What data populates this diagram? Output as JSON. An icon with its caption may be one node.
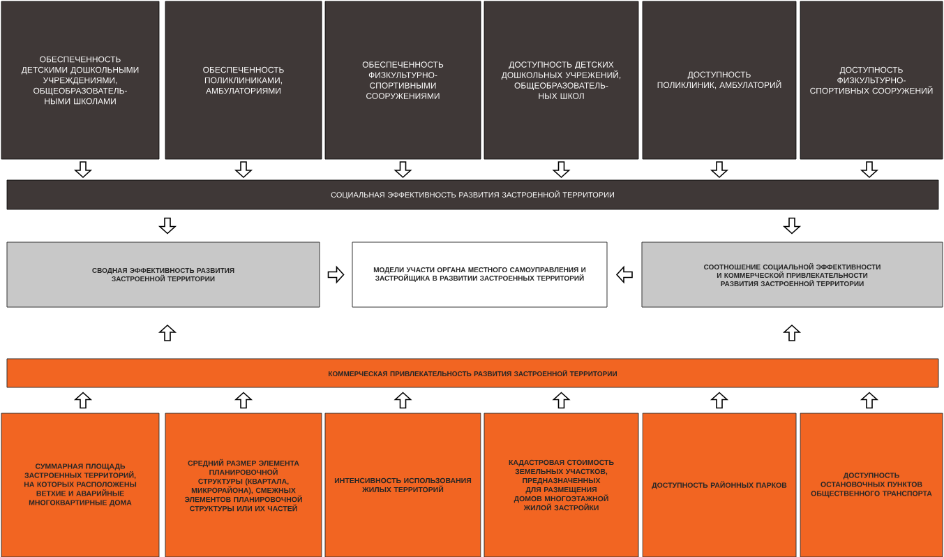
{
  "diagram": {
    "nodes": [
      {
        "text": [
          "ОБЕСПЕЧЕННОСТЬ ДЕТСКИМИ ДОШКОЛЬНЫМИ УЧРЕЖДЕНИЯМИ, ОБЩЕОБРАЗОВАТЕЛЬ- НЫМИ ШКОЛАМИ"
        ]
      },
      {
        "text": [
          "ОБЕСПЕЧЕННОСТЬ ПОЛИКЛИНИКАМИ, АМБУЛАТОРИЯМИ"
        ]
      },
      {
        "text": [
          "ОБЕСПЕЧЕННОСТЬ ФИЗКУЛЬТУРНО- СПОРТИВНЫМИ СООРУЖЕНИЯМИ"
        ]
      },
      {
        "text": [
          "ДОСТУПНОСТЬ ДЕТСКИХ ДОШКОЛЬНЫХ УЧРЕЖЕНИЙ, ОБЩЕОБРАЗОВАТЕЛЬ- НЫХ ШКОЛ"
        ]
      },
      {
        "text": [
          "ДОСТУПНОСТЬ ПОЛИКЛИНИК, АМБУЛАТОРИЙ"
        ]
      },
      {
        "text": [
          "ДОСТУПНОСТЬ ФИЗКУЛЬТУРНО- СПОРТИВНЫХ СООРУЖЕНИЙ"
        ]
      },
      {
        "text": [
          "СОЦИАЛЬНАЯ ЭФФЕКТИВНОСТЬ РАЗВИТИЯ ЗАСТРОЕННОЙ ТЕРРИТОРИИ"
        ]
      },
      {
        "text": [
          "СВОДНАЯ ЭФФЕКТИВНОСТЬ РАЗВИТИЯ ЗАСТРОЕННОЙ ТЕРРИТОРИИ"
        ]
      },
      {
        "text": [
          "МОДЕЛИ УЧАСТИ ОРГАНА МЕСТНОГО САМОУПРАВЛЕНИЯ И ЗАСТРОЙЩИКА В РАЗВИТИИ ЗАСТРОЕННЫХ ТЕРРИТОРИЙ"
        ]
      },
      {
        "text": [
          "СООТНОШЕНИЕ СОЦИАЛЬНОЙ ЭФФЕКТИВНОСТИ И КОММЕРЧЕСКОЙ ПРИВЛЕКАТЕЛЬНОСТИ РАЗВИТИЯ ЗАСТРОЕННОЙ ТЕРРИТОРИИ"
        ]
      },
      {
        "text": [
          "КОММЕРЧЕСКАЯ ПРИВЛЕКАТЕЛЬНОСТЬ РАЗВИТИЯ ЗАСТРОЕННОЙ ТЕРРИТОРИИ"
        ]
      },
      {
        "text": [
          "СУММАРНАЯ ПЛОЩАДЬ ЗАСТРОЕННЫХ ТЕРРИТОРИЙ, НА КОТОРЫХ РАСПОЛОЖЕНЫ ВЕТХИЕ И АВАРИЙНЫЕ МНОГОКВАРТИРНЫЕ ДОМА"
        ]
      },
      {
        "text": [
          "СРЕДНИЙ РАЗМЕР ЭЛЕМЕНТА ПЛАНИРОВОЧНОЙ СТРУКТУРЫ (КВАРТАЛА, МИКРОРАЙОНА), СМЕЖНЫХ ЭЛЕМЕНТОВ ПЛАНИРОВОЧНОЙ СТРУКТУРЫ ИЛИ ИХ ЧАСТЕЙ"
        ]
      },
      {
        "text": [
          "ИНТЕНСИВНОСТЬ ИСПОЛЬЗОВАНИЯ ЖИЛЫХ ТЕРРИТОРИЙ"
        ]
      },
      {
        "text": [
          "КАДАСТРОВАЯ СТОИМОСТЬ ЗЕМЕЛЬНЫХ УЧАСТКОВ, ПРЕДНАЗНАЧЕННЫХ ДЛЯ РАЗМЕЩЕНИЯ ДОМОВ МНОГОЭТАЖНОЙ ЖИЛОЙ ЗАСТРОЙКИ"
        ]
      },
      {
        "text": [
          "ДОСТУПНОСТЬ РАЙОННЫХ ПАРКОВ"
        ]
      },
      {
        "text": [
          "ДОСТУПНОСТЬ ОСТАНОВОЧНЫХ ПУНКТОВ ОБЩЕСТВЕННОГО ТРАНСПОРТА"
        ]
      }
    ],
    "edges": [
      {
        "from": 0,
        "to": 6,
        "arrow": "to"
      },
      {
        "from": 1,
        "to": 6,
        "arrow": "to"
      },
      {
        "from": 2,
        "to": 6,
        "arrow": "to"
      },
      {
        "from": 3,
        "to": 6,
        "arrow": "to"
      },
      {
        "from": 4,
        "to": 6,
        "arrow": "to"
      },
      {
        "from": 5,
        "to": 6,
        "arrow": "to"
      },
      {
        "from": 6,
        "to": 7,
        "arrow": "to"
      },
      {
        "from": 6,
        "to": 9,
        "arrow": "to"
      },
      {
        "from": 7,
        "to": 8,
        "arrow": "to"
      },
      {
        "from": 9,
        "to": 8,
        "arrow": "to"
      },
      {
        "from": 10,
        "to": 7,
        "arrow": "to"
      },
      {
        "from": 10,
        "to": 9,
        "arrow": "to"
      },
      {
        "from": 11,
        "to": 10,
        "arrow": "to"
      },
      {
        "from": 12,
        "to": 10,
        "arrow": "to"
      },
      {
        "from": 13,
        "to": 10,
        "arrow": "to"
      },
      {
        "from": 14,
        "to": 10,
        "arrow": "to"
      },
      {
        "from": 15,
        "to": 10,
        "arrow": "to"
      },
      {
        "from": 16,
        "to": 10,
        "arrow": "to"
      }
    ]
  }
}
